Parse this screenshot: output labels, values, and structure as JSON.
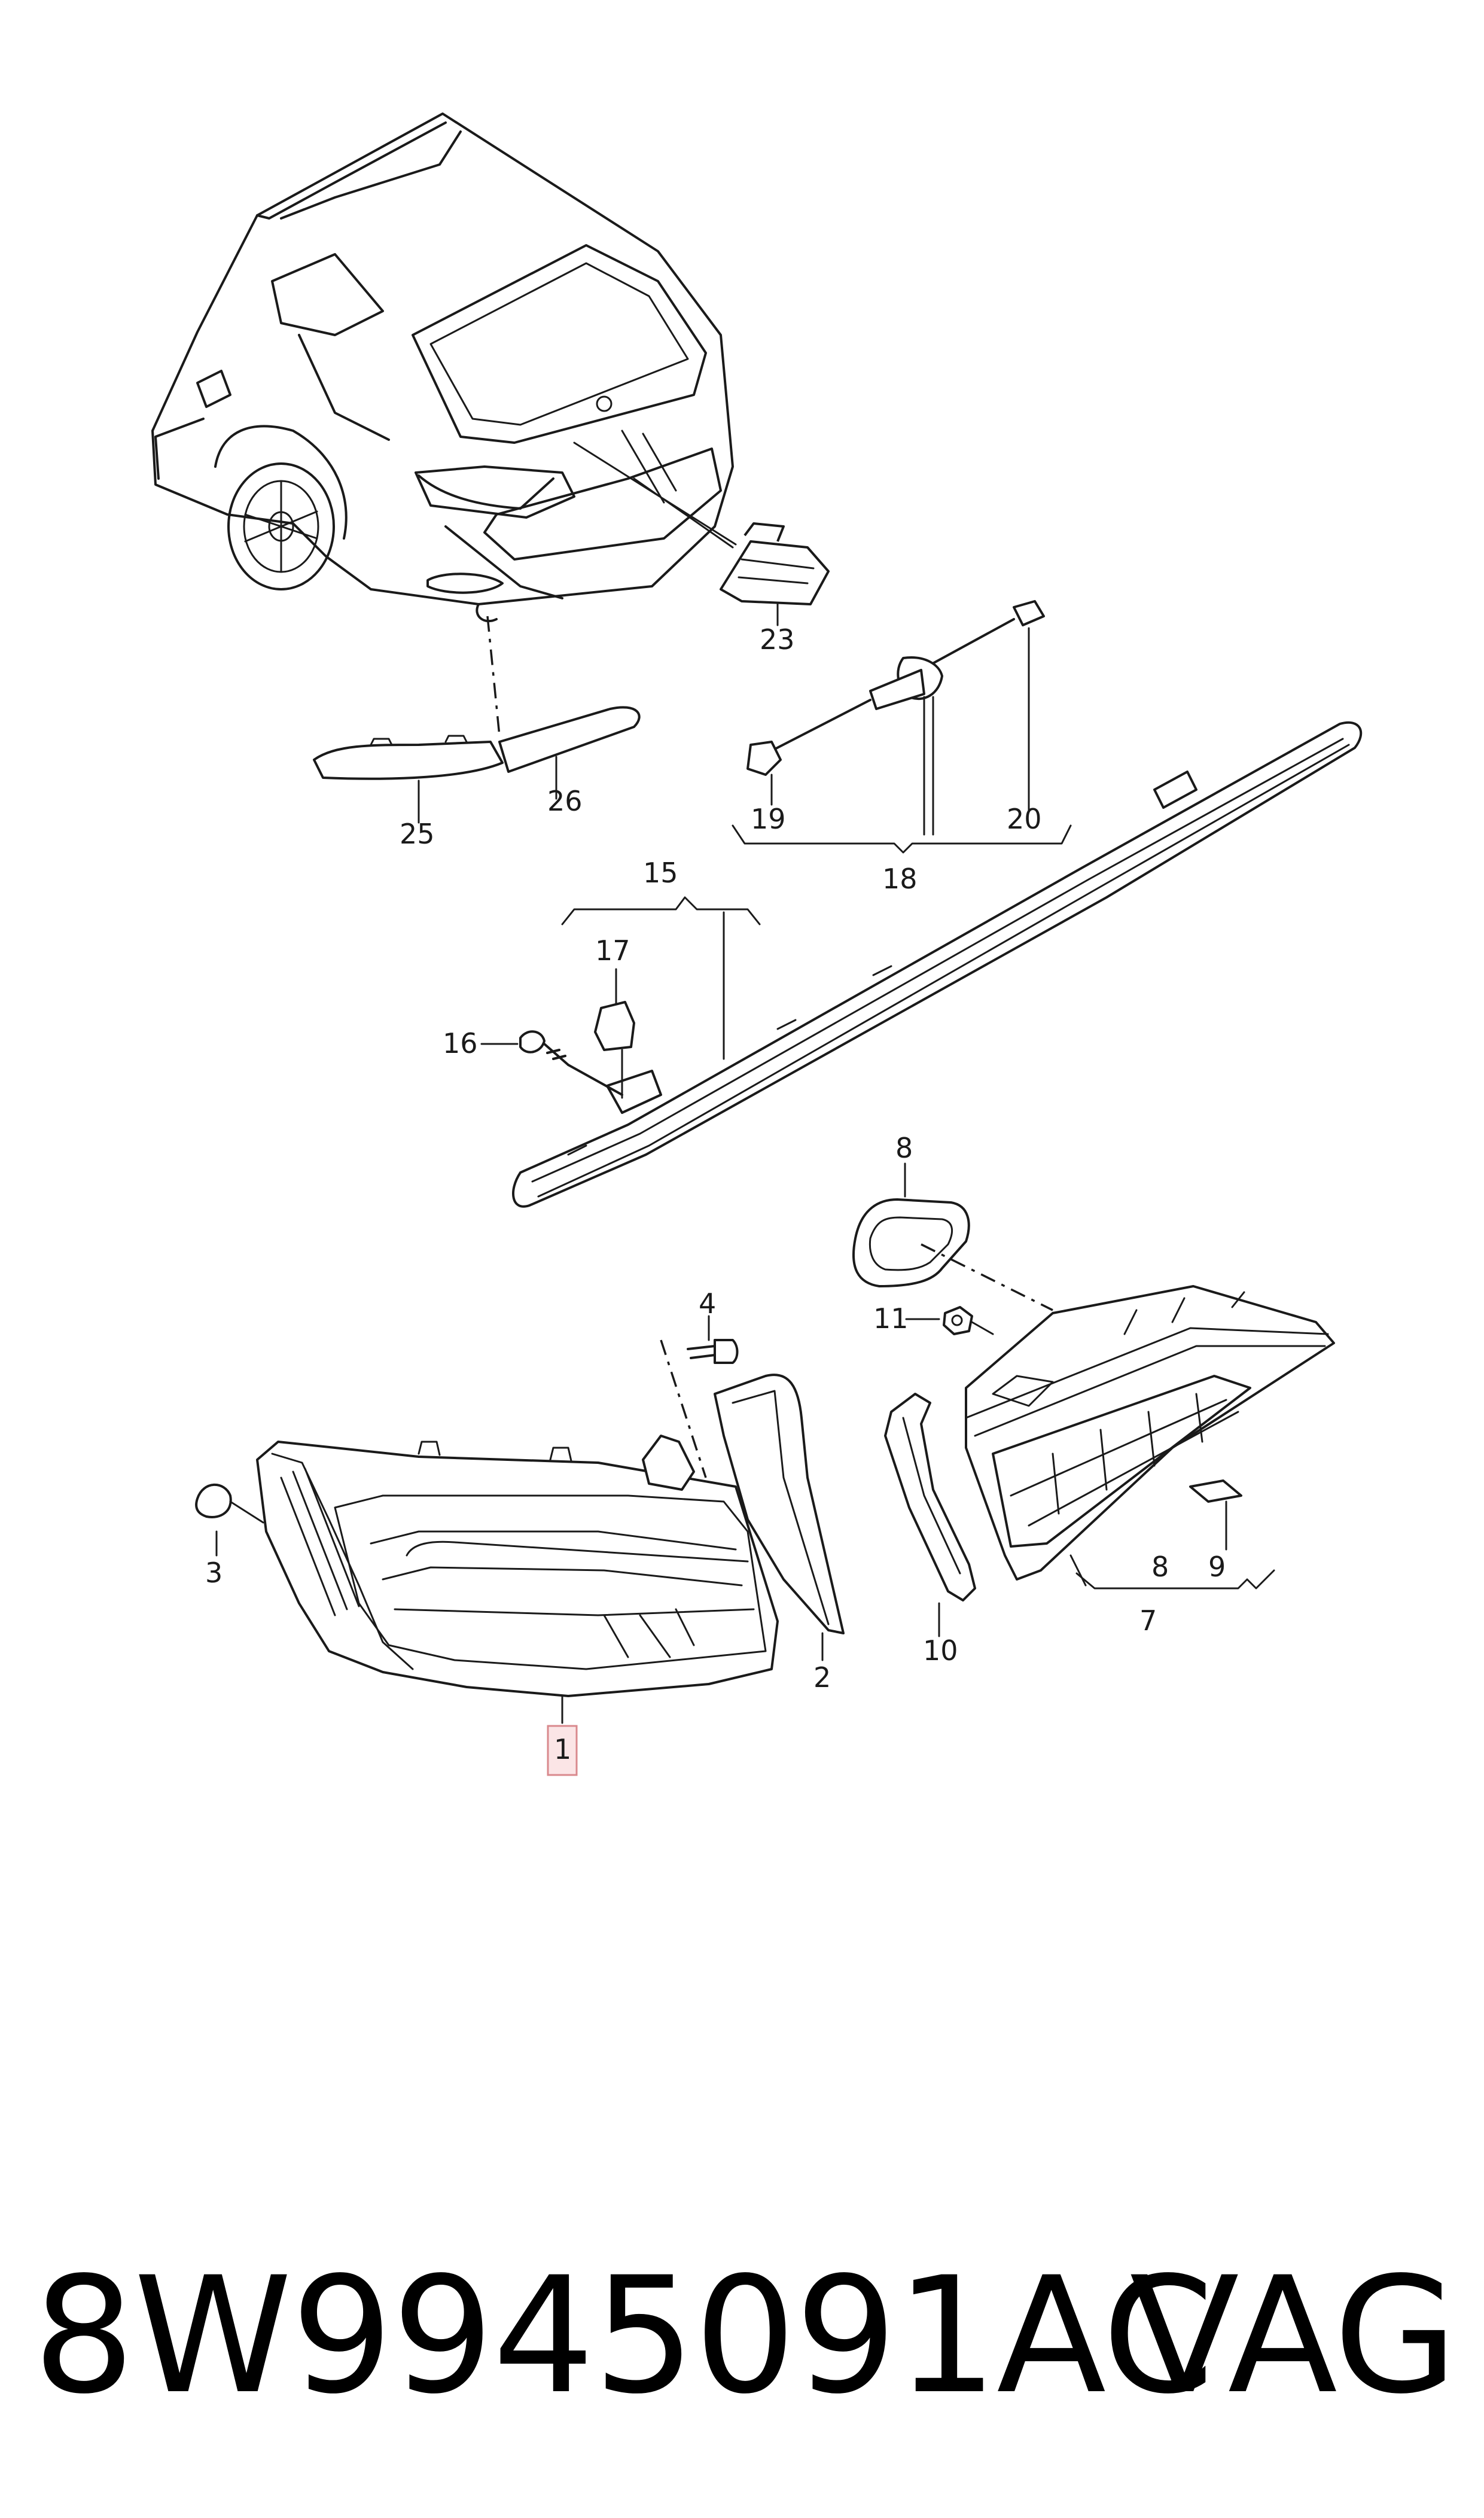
{
  "callouts": {
    "c1": "1",
    "c2": "2",
    "c3": "3",
    "c4": "4",
    "c7": "7",
    "c8a": "8",
    "c8b": "8",
    "c9": "9",
    "c10": "10",
    "c11": "11",
    "c15": "15",
    "c16": "16",
    "c17": "17",
    "c18": "18",
    "c19": "19",
    "c20": "20",
    "c23": "23",
    "c25": "25",
    "c26": "26"
  },
  "footer": {
    "part_number": "8W9945091AC",
    "brand": "VAG"
  },
  "colors": {
    "highlight_fill": "#fbe5e6",
    "highlight_stroke": "#d9898d",
    "line": "#1a1a1a"
  }
}
